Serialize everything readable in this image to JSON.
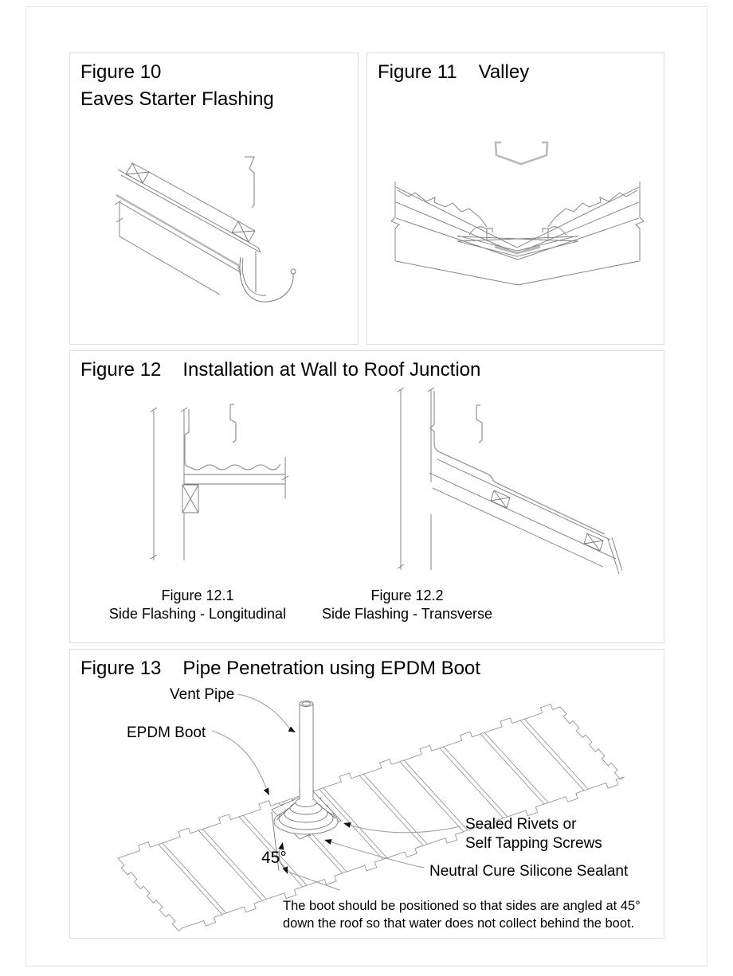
{
  "page": {
    "background": "#ffffff",
    "outer_border_color": "#e3e3e3",
    "box_border_color": "#dedede",
    "drawing_line_color": "#7a7a7a",
    "flashing_metal_color": "#b9b9b9",
    "text_color": "#000000"
  },
  "figures": {
    "fig10": {
      "number": "Figure 10",
      "name": "Eaves Starter Flashing"
    },
    "fig11": {
      "number": "Figure 11",
      "name": "Valley"
    },
    "fig12": {
      "number": "Figure 12",
      "name": "Installation at Wall to Roof Junction",
      "sub1": {
        "number": "Figure 12.1",
        "name": "Side Flashing - Longitudinal"
      },
      "sub2": {
        "number": "Figure 12.2",
        "name": "Side Flashing - Transverse"
      }
    },
    "fig13": {
      "number": "Figure 13",
      "name": "Pipe Penetration using EPDM Boot",
      "labels": {
        "vent_pipe": "Vent Pipe",
        "epdm_boot": "EPDM Boot",
        "rivets_line1": "Sealed Rivets or",
        "rivets_line2": "Self Tapping Screws",
        "sealant": "Neutral Cure Silicone Sealant",
        "angle": "45°"
      },
      "note_line1": "The boot should be positioned so that sides are angled at 45°",
      "note_line2": "down the roof so that water does not collect behind the boot."
    }
  }
}
